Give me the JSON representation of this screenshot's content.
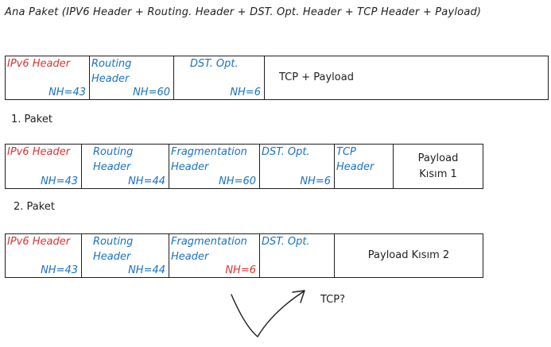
{
  "title": "Ana Paket (IPV6 Header + Routing. Header + DST. Opt. Header + TCP Header + Payload)",
  "rows": [
    {
      "label": "",
      "cells": [
        {
          "header": "IPv6 Header",
          "nh": "NH=43"
        },
        {
          "header": "Routing\nHeader",
          "nh": "NH=60"
        },
        {
          "header": "DST. Opt.",
          "nh": "NH=6"
        },
        {
          "center": "TCP + Payload"
        }
      ]
    },
    {
      "label": "1. Paket",
      "cells": [
        {
          "header": "IPv6 Header",
          "nh": "NH=43"
        },
        {
          "header": "Routing\nHeader",
          "nh": "NH=44"
        },
        {
          "header": "Fragmentation\nHeader",
          "nh": "NH=60"
        },
        {
          "header": "DST. Opt.",
          "nh": "NH=6"
        },
        {
          "header": "TCP\nHeader",
          "nh": ""
        },
        {
          "center": "Payload\nKısım 1"
        }
      ]
    },
    {
      "label": "2. Paket",
      "cells": [
        {
          "header": "IPv6 Header",
          "nh": "NH=43"
        },
        {
          "header": "Routing\nHeader",
          "nh": "NH=44"
        },
        {
          "header": "Fragmentation\nHeader",
          "nh": "NH=6"
        },
        {
          "header": "DST. Opt.",
          "nh": ""
        },
        {
          "center": "Payload Kısım 2"
        }
      ]
    }
  ],
  "annotation": "TCP?",
  "colors": {
    "red": "#e03131",
    "blue": "#1971c2",
    "ink": "#1e1e1e"
  }
}
